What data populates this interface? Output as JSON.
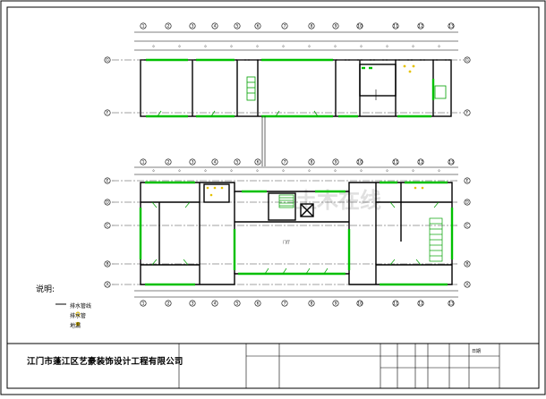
{
  "legend": {
    "title": "说明:",
    "items": [
      {
        "label": "排水管线",
        "color": "#000000",
        "icon": "line-swatch-icon"
      },
      {
        "label": "排水管",
        "color": "#e6c200",
        "icon": "yellow-dot-icon"
      },
      {
        "label": "地漏",
        "color": "#e6c200",
        "icon": "yellow-dot-icon"
      }
    ]
  },
  "drawings": {
    "upper_title": "",
    "lower_title": ""
  },
  "rooms": {
    "upper": [
      "",
      "",
      ""
    ],
    "lower": [
      "",
      "门厅",
      "",
      "",
      "",
      ""
    ]
  },
  "grid_labels": {
    "upper_row_letters": [
      "G",
      "F"
    ],
    "lower_row_letters": [
      "E",
      "D",
      "C",
      "B",
      "A"
    ],
    "top_column_numbers": [
      "1",
      "2",
      "3",
      "4",
      "5",
      "6",
      "7",
      "8",
      "9",
      "10",
      "11",
      "12",
      "13"
    ],
    "bottom_column_numbers": [
      "1",
      "2",
      "3",
      "4",
      "5",
      "6",
      "7",
      "8",
      "9",
      "10",
      "11",
      "12",
      "13"
    ]
  },
  "dimensions": {
    "overall": "",
    "upper_segments": [
      0,
      0,
      0,
      0,
      0,
      0,
      0,
      0,
      0,
      0,
      0,
      0
    ],
    "lower_segments": [
      0,
      0,
      0,
      0,
      0,
      0,
      0,
      0,
      0,
      0,
      0,
      0
    ]
  },
  "title_block": {
    "company": "江门市蓬江区艺豪装饰设计工程有限公司",
    "notes": "",
    "project_label": "",
    "project_value": "",
    "drawing_label": "",
    "drawing_value": "",
    "designer_label": "",
    "checker_label": "",
    "reviewer_label": "",
    "scale_label": "",
    "scale_value": "",
    "date_label": "日期",
    "corner_label": ""
  },
  "colors": {
    "wall": "#000000",
    "door_window_green": "#00c000",
    "stair_green": "#00a000",
    "pipe_yellow": "#e6c200",
    "watermark": "#d0d0d0"
  }
}
